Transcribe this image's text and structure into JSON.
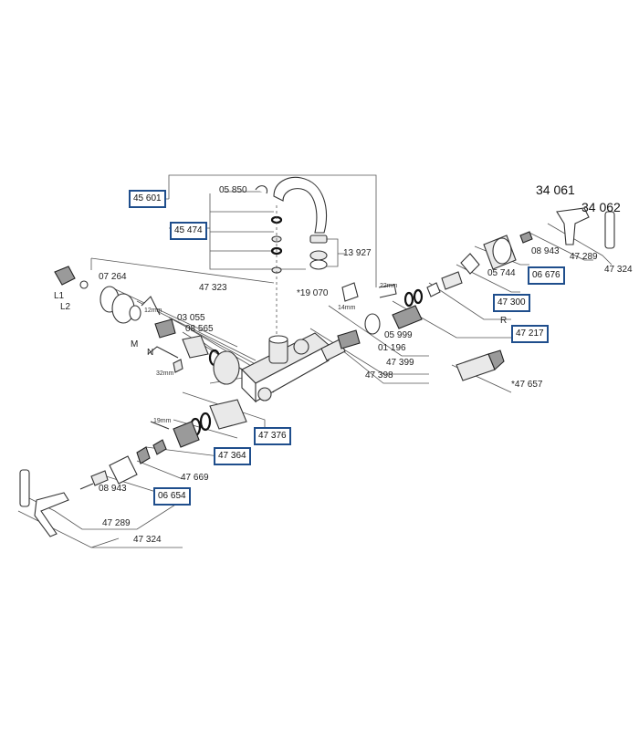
{
  "part_numbers": {
    "n45601": "45 601",
    "n05850": "05 850",
    "n45474": "45 474",
    "n13927": "13 927",
    "n07264": "07 264",
    "n47323": "47 323",
    "n03055": "03 055",
    "n08565": "08 565",
    "n19070": "*19 070",
    "n05999": "05 999",
    "n01196": "01 196",
    "n47399": "47 399",
    "n47398": "47 398",
    "n34061": "34 061",
    "n34062": "34 062",
    "n08943_r": "08 943",
    "n47289_r": "47 289",
    "n47324_r": "47 324",
    "n05744": "05 744",
    "n06676": "06 676",
    "n47300": "47 300",
    "n47217": "47 217",
    "n47657": "*47 657",
    "n47376": "47 376",
    "n47364": "47 364",
    "n47669": "47 669",
    "n06654": "06 654",
    "n08943_l": "08 943",
    "n47289_l": "47 289",
    "n47324_l": "47 324"
  },
  "letters": {
    "L1": "L1",
    "L2": "L2",
    "M": "M",
    "N": "N",
    "R": "R"
  },
  "tool_sizes": {
    "t12": "12mm",
    "t32": "32mm",
    "t14": "14mm",
    "t22": "22mm",
    "t19": "19mm"
  },
  "colors": {
    "highlight_box": "#1f4e8c",
    "linework": "#333333"
  }
}
